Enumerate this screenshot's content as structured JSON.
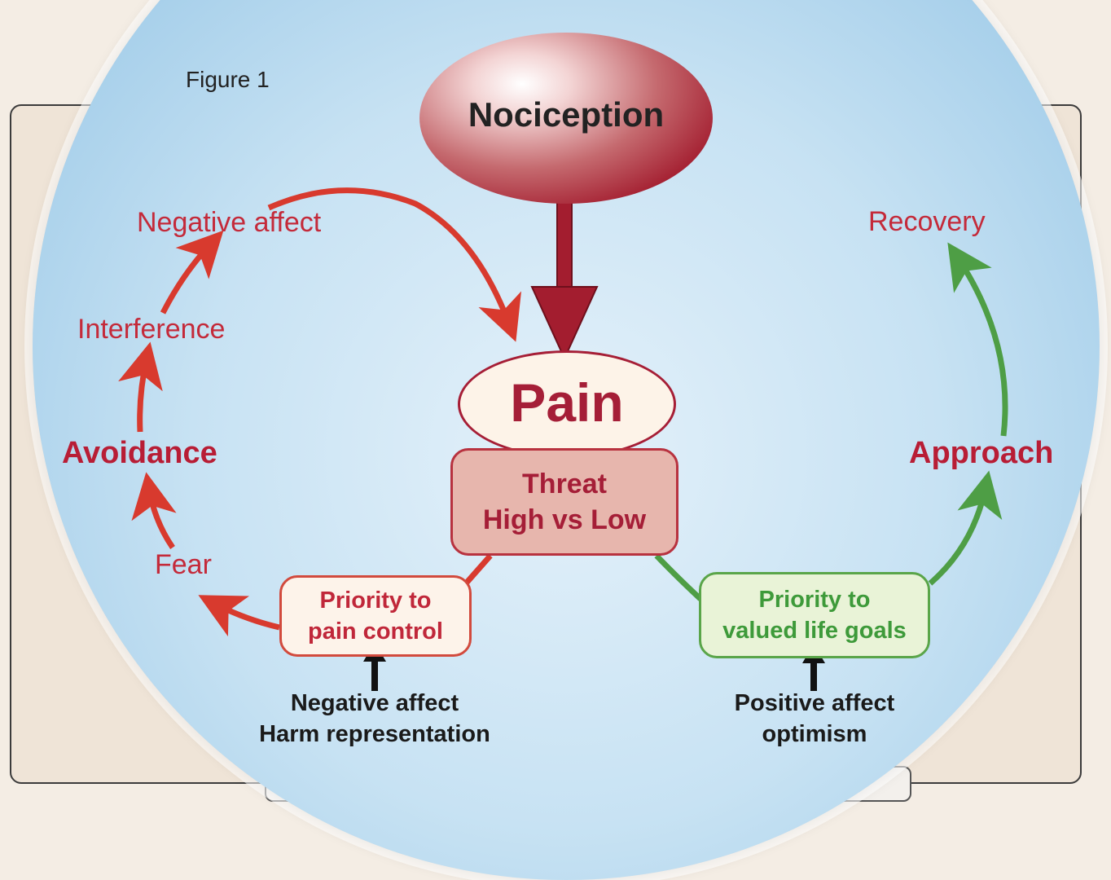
{
  "figure_label": "Figure 1",
  "nociception": "Nociception",
  "pain": "Pain",
  "threat": {
    "line1": "Threat",
    "line2": "High vs Low"
  },
  "left_loop": {
    "negative_affect": "Negative affect",
    "interference": "Interference",
    "avoidance": "Avoidance",
    "fear": "Fear"
  },
  "right_loop": {
    "recovery": "Recovery",
    "approach": "Approach"
  },
  "priority_pain": {
    "line1": "Priority to",
    "line2": "pain control"
  },
  "priority_goals": {
    "line1": "Priority to",
    "line2": "valued life goals"
  },
  "left_input": {
    "line1": "Negative affect",
    "line2": "Harm representation"
  },
  "right_input": {
    "line1": "Positive affect",
    "line2": "optimism"
  },
  "colors": {
    "avoidance_path": "#d83a2e",
    "approach_path": "#4e9e45",
    "nociception": "#a31d2f",
    "pain_text": "#a51e37"
  }
}
